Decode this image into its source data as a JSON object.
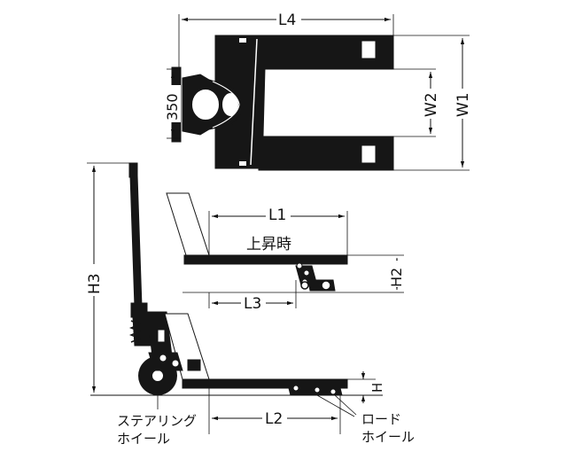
{
  "labels": {
    "l4": "L4",
    "w2": "W2",
    "w1": "W1",
    "d350": "350",
    "l1": "L1",
    "rise": "上昇時",
    "h2": "H2",
    "l3": "L3",
    "h3": "H3",
    "h": "H",
    "l2": "L2",
    "steering_line1": "ステアリング",
    "steering_line2": "ホイール",
    "load_line1": "ロード",
    "load_line2": "ホイール"
  }
}
